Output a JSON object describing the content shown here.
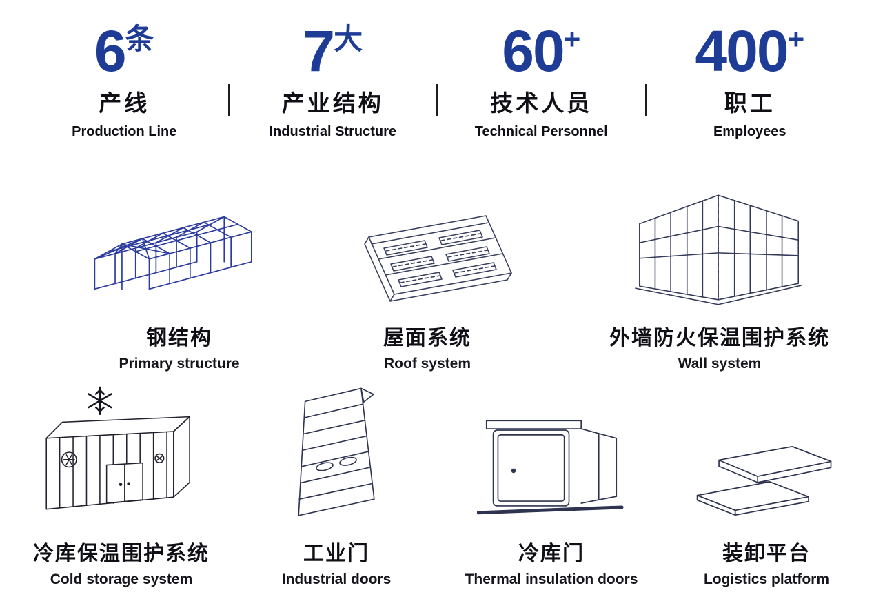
{
  "stats": [
    {
      "number": "6",
      "unit": "条",
      "label_cn": "产线",
      "label_en": "Production Line"
    },
    {
      "number": "7",
      "unit": "大",
      "label_cn": "产业结构",
      "label_en": "Industrial Structure"
    },
    {
      "number": "60",
      "unit": "+",
      "label_cn": "技术人员",
      "label_en": "Technical Personnel"
    },
    {
      "number": "400",
      "unit": "+",
      "label_cn": "职工",
      "label_en": "Employees"
    }
  ],
  "products": [
    {
      "label_cn": "钢结构",
      "label_en": "Primary structure",
      "icon": "steel-structure-icon"
    },
    {
      "label_cn": "屋面系统",
      "label_en": "Roof system",
      "icon": "roof-system-icon"
    },
    {
      "label_cn": "外墙防火保温围护系统",
      "label_en": "Wall system",
      "icon": "wall-system-icon"
    },
    {
      "label_cn": "冷库保温围护系统",
      "label_en": "Cold storage system",
      "icon": "cold-storage-icon"
    },
    {
      "label_cn": "工业门",
      "label_en": "Industrial doors",
      "icon": "industrial-door-icon"
    },
    {
      "label_cn": "冷库门",
      "label_en": "Thermal insulation doors",
      "icon": "insulation-door-icon"
    },
    {
      "label_cn": "装卸平台",
      "label_en": "Logistics platform",
      "icon": "dock-leveler-icon"
    }
  ],
  "colors": {
    "accent_blue": "#1e3c96",
    "ink": "#0f0f16",
    "illustration_navy": "#333a57",
    "steel_blue": "#2b3b9e"
  }
}
